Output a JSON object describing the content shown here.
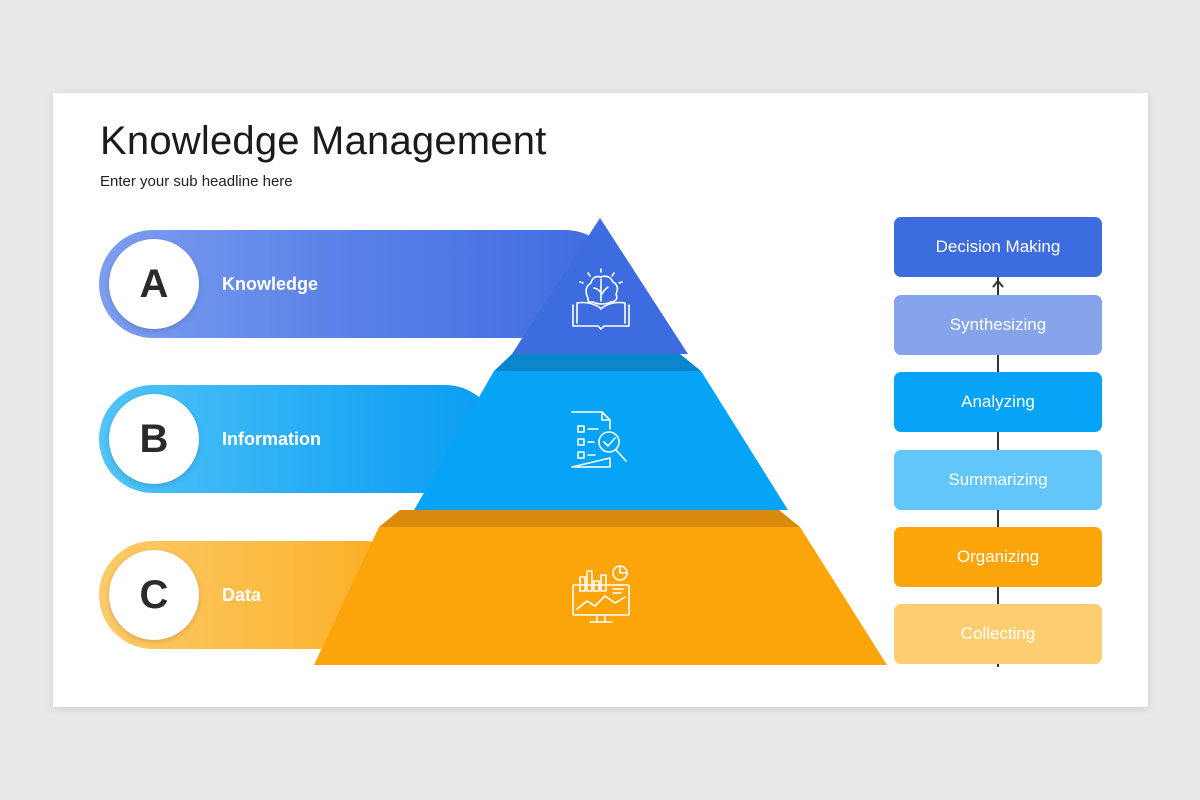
{
  "title": "Knowledge Management",
  "subtitle": "Enter your sub headline here",
  "levels": [
    {
      "letter": "A",
      "label": "Knowledge",
      "icon": "brain-book-icon",
      "color": "#3d6be0"
    },
    {
      "letter": "B",
      "label": "Information",
      "icon": "document-search-icon",
      "color": "#06a4f7"
    },
    {
      "letter": "C",
      "label": "Data",
      "icon": "chart-monitor-icon",
      "color": "#fca50a"
    }
  ],
  "steps": [
    {
      "label": "Decision Making",
      "color": "#3d6be0"
    },
    {
      "label": "Synthesizing",
      "color": "#86a4ec"
    },
    {
      "label": "Analyzing",
      "color": "#06a4f7"
    },
    {
      "label": "Summarizing",
      "color": "#62c6fa"
    },
    {
      "label": "Organizing",
      "color": "#fca50a"
    },
    {
      "label": "Collecting",
      "color": "#fdcd71"
    }
  ],
  "arrow_icon": "arrow-up-icon"
}
